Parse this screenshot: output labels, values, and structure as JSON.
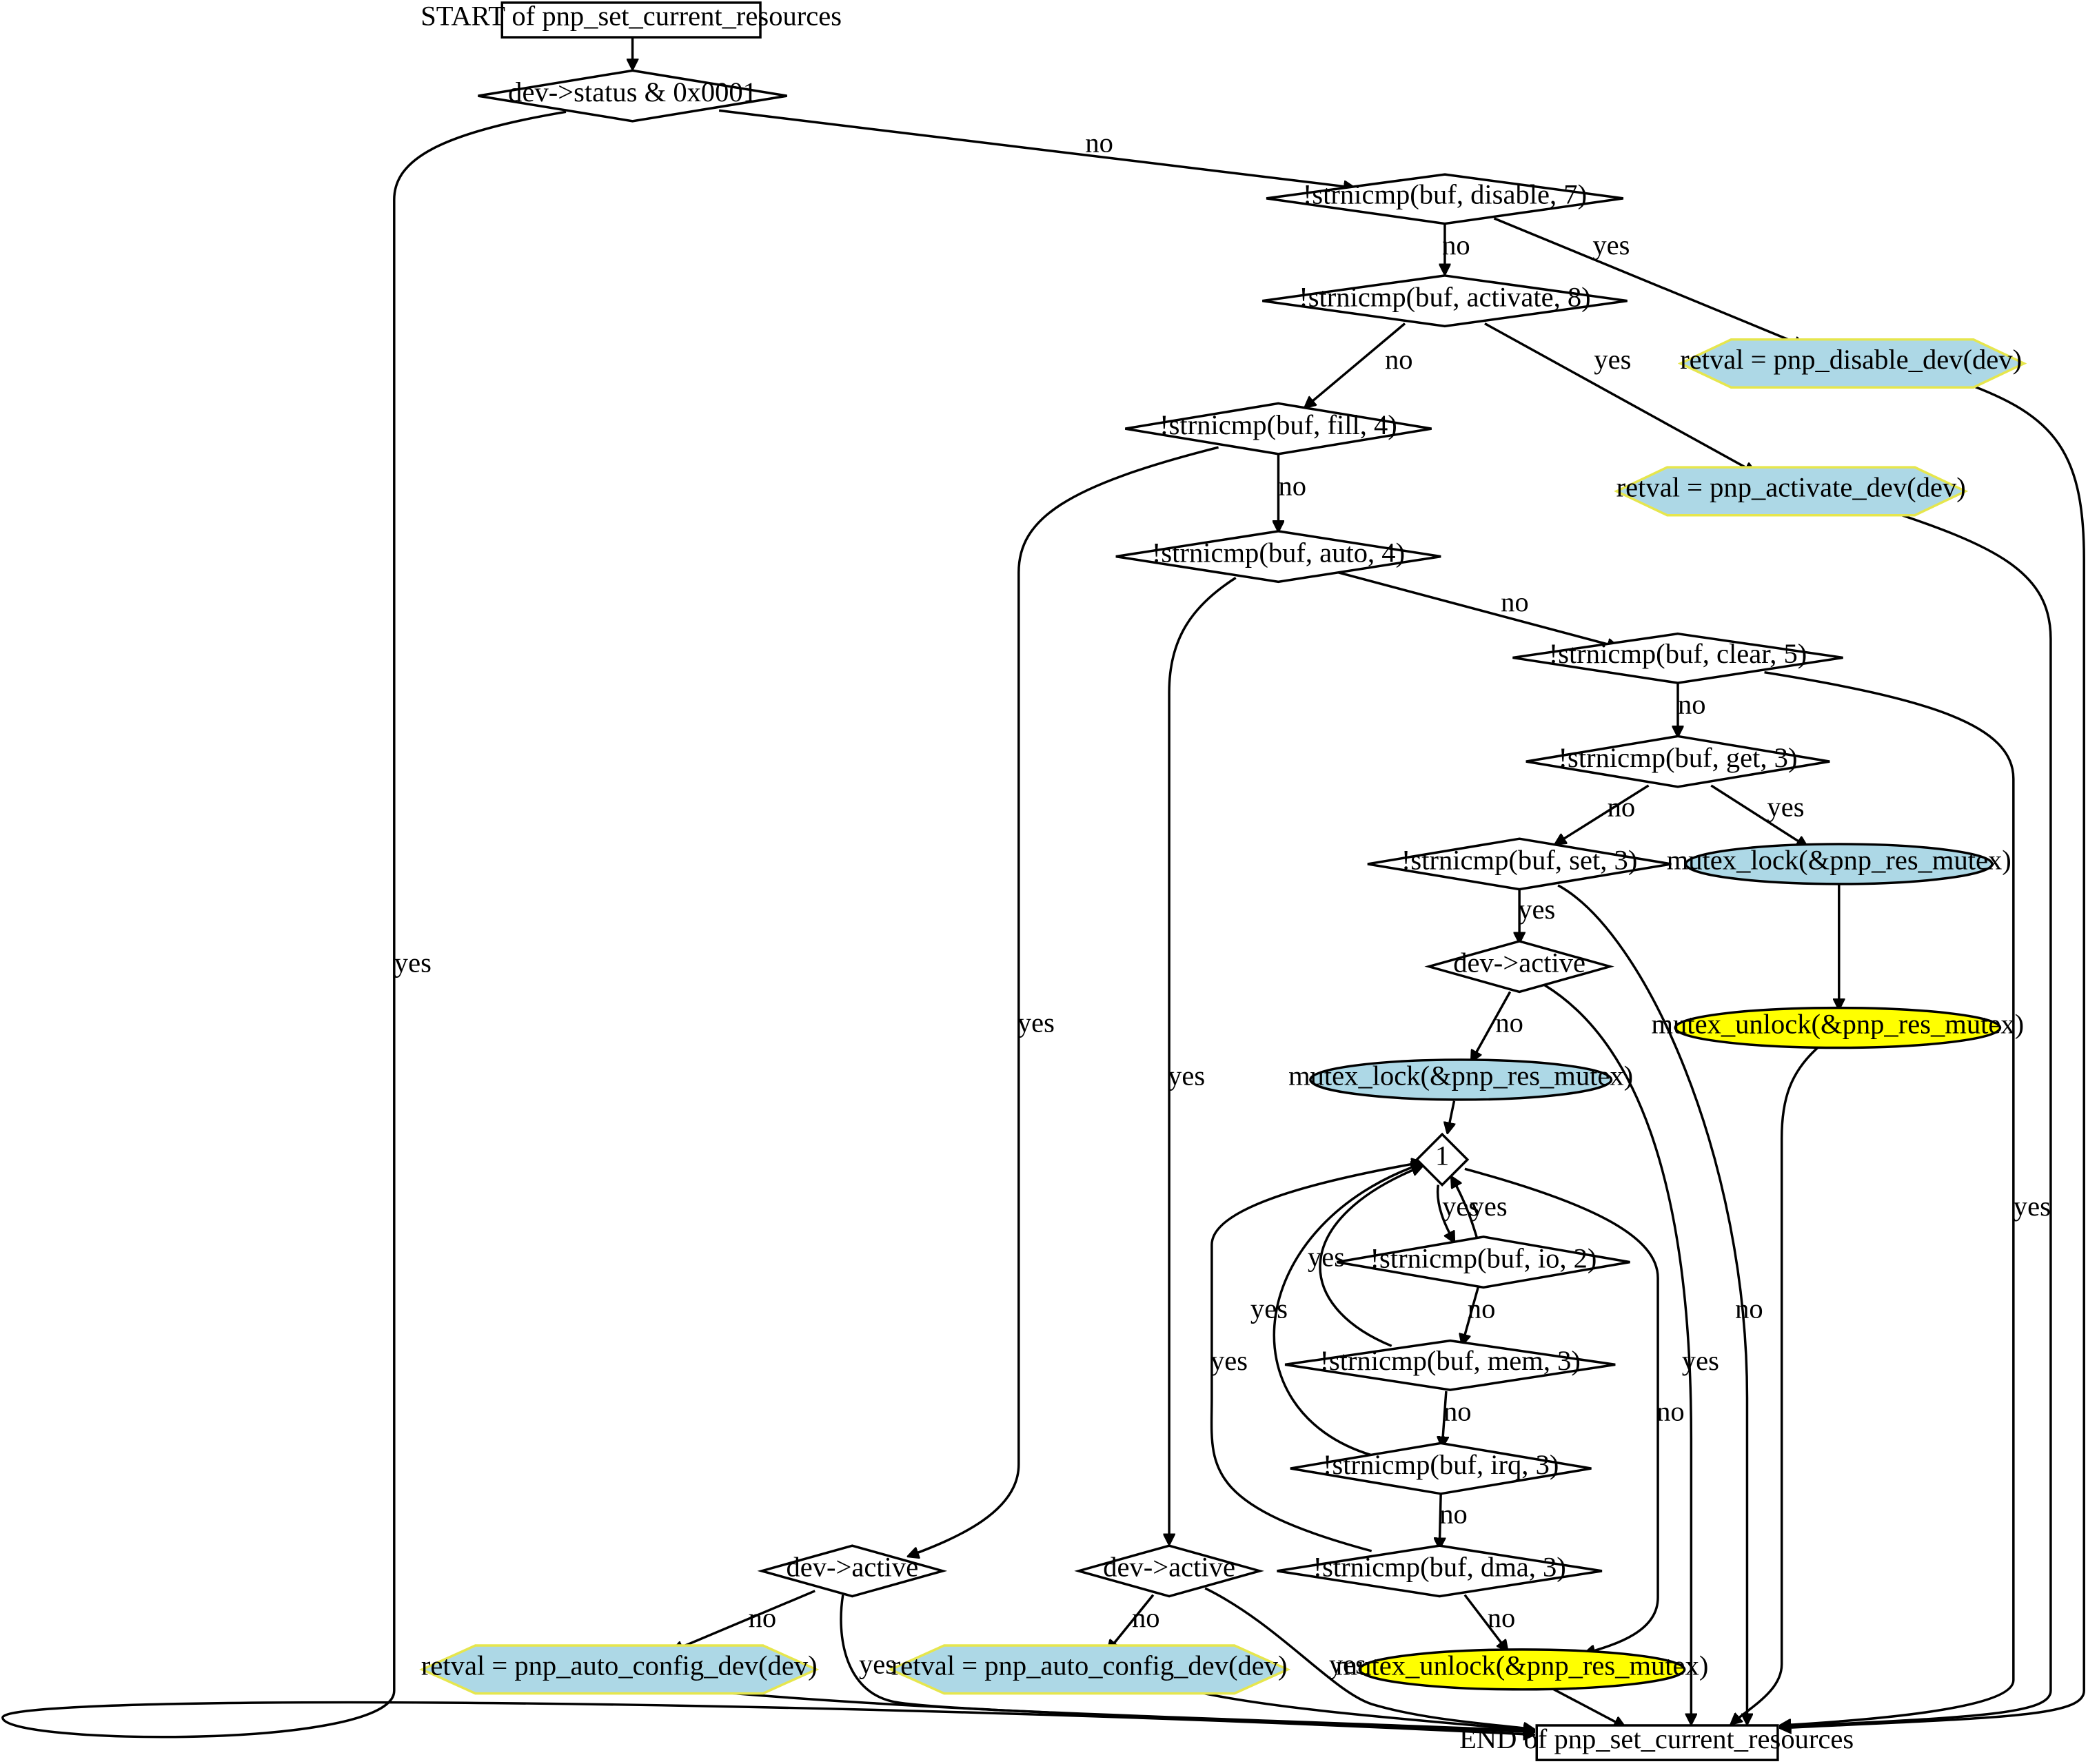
{
  "colors": {
    "plain_fill": "#ffffff",
    "call_fill": "#add8e6",
    "unlock_fill": "#ffff00",
    "stroke": "#000000",
    "hex_stroke": "#e6e64d"
  },
  "nodes": {
    "start": "START of pnp_set_current_resources",
    "status_check": "dev->status & 0x0001",
    "cmp_disable": "!strnicmp(buf, disable, 7)",
    "cmp_activate": "!strnicmp(buf, activate, 8)",
    "retval_disable": "retval = pnp_disable_dev(dev)",
    "retval_activate": "retval = pnp_activate_dev(dev)",
    "cmp_fill": "!strnicmp(buf, fill, 4)",
    "cmp_auto": "!strnicmp(buf, auto, 4)",
    "cmp_clear": "!strnicmp(buf, clear, 5)",
    "cmp_get": "!strnicmp(buf, get, 3)",
    "cmp_set": "!strnicmp(buf, set, 3)",
    "mutex_lock_get": "mutex_lock(&pnp_res_mutex)",
    "mutex_unlock_get": "mutex_unlock(&pnp_res_mutex)",
    "dev_active_set": "dev->active",
    "mutex_lock_set": "mutex_lock(&pnp_res_mutex)",
    "loop_one": "1",
    "cmp_io": "!strnicmp(buf, io, 2)",
    "cmp_mem": "!strnicmp(buf, mem, 3)",
    "cmp_irq": "!strnicmp(buf, irq, 3)",
    "cmp_dma": "!strnicmp(buf, dma, 3)",
    "dev_active_fill": "dev->active",
    "dev_active_auto": "dev->active",
    "retval_auto_fill": "retval = pnp_auto_config_dev(dev)",
    "retval_auto_auto": "retval = pnp_auto_config_dev(dev)",
    "mutex_unlock_set": "mutex_unlock(&pnp_res_mutex)",
    "end": "END of pnp_set_current_resources"
  },
  "edge_labels": {
    "status_yes": "yes",
    "status_no": "no",
    "disable_no": "no",
    "disable_yes": "yes",
    "activate_no": "no",
    "activate_yes": "yes",
    "fill_no": "no",
    "fill_yes": "yes",
    "auto_no": "no",
    "auto_yes": "yes",
    "clear_no": "no",
    "clear_yes": "yes",
    "get_no": "no",
    "get_yes": "yes",
    "set_yes": "yes",
    "set_no": "no",
    "active_set_no": "no",
    "active_set_yes": "yes",
    "loop_yes": "yes",
    "loop_no": "no",
    "io_yes": "yes",
    "io_no": "no",
    "mem_yes": "yes",
    "mem_no": "no",
    "irq_yes": "yes",
    "irq_no": "no",
    "dma_yes": "yes",
    "dma_no": "no",
    "active_fill_no": "no",
    "active_fill_yes": "yes",
    "active_auto_no": "no",
    "active_auto_yes": "yes"
  }
}
